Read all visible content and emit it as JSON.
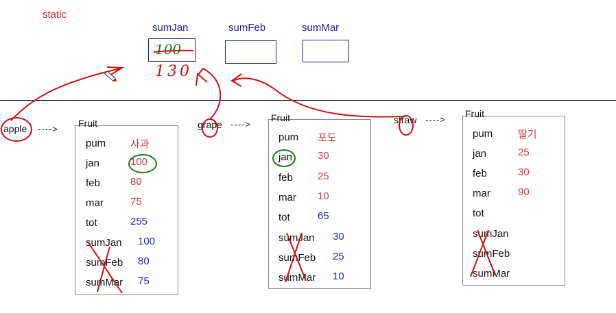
{
  "colors": {
    "static_red": "#d62828",
    "header_blue": "#1c1c9c",
    "value_red": "#d23a3a",
    "value_blue": "#1c2ab8",
    "annotation_red": "#cc1111",
    "annotation_green": "#1e7a1e"
  },
  "static_label": "static",
  "static_vars": [
    {
      "name": "sumJan",
      "value": "100",
      "value_crossed": true,
      "handwritten_below": "130"
    },
    {
      "name": "sumFeb",
      "value": ""
    },
    {
      "name": "sumMar",
      "value": ""
    }
  ],
  "instances": [
    {
      "var_name": "apple",
      "arrow": "---->",
      "class_name": "Fruit",
      "fields": [
        {
          "label": "pum",
          "value": "사과",
          "color": "red"
        },
        {
          "label": "jan",
          "value": "100",
          "color": "red",
          "circled": true
        },
        {
          "label": "feb",
          "value": "80",
          "color": "red"
        },
        {
          "label": "mar",
          "value": "75",
          "color": "red"
        },
        {
          "label": "tot",
          "value": "255",
          "color": "blue"
        },
        {
          "label": "sumJan",
          "value": "100",
          "color": "blue"
        },
        {
          "label": "sumFeb",
          "value": "80",
          "color": "blue"
        },
        {
          "label": "sumMar",
          "value": "75",
          "color": "blue"
        }
      ]
    },
    {
      "var_name": "grape",
      "arrow": "---->",
      "class_name": "Fruit",
      "fields": [
        {
          "label": "pum",
          "value": "포도",
          "color": "red"
        },
        {
          "label": "jan",
          "value": "30",
          "color": "red",
          "label_circled": true
        },
        {
          "label": "feb",
          "value": "25",
          "color": "red"
        },
        {
          "label": "mar",
          "value": "10",
          "color": "red"
        },
        {
          "label": "tot",
          "value": "65",
          "color": "blue"
        },
        {
          "label": "sumJan",
          "value": "30",
          "color": "blue"
        },
        {
          "label": "sumFeb",
          "value": "25",
          "color": "blue"
        },
        {
          "label": "sumMar",
          "value": "10",
          "color": "blue"
        }
      ]
    },
    {
      "var_name": "straw",
      "arrow": "---->",
      "class_name": "Fruit",
      "fields": [
        {
          "label": "pum",
          "value": "딸기",
          "color": "red"
        },
        {
          "label": "jan",
          "value": "25",
          "color": "red"
        },
        {
          "label": "feb",
          "value": "30",
          "color": "red"
        },
        {
          "label": "mar",
          "value": "90",
          "color": "red"
        },
        {
          "label": "tot",
          "value": "",
          "color": "blue"
        },
        {
          "label": "sumJan",
          "value": "",
          "color": "blue"
        },
        {
          "label": "sumFeb",
          "value": "",
          "color": "blue"
        },
        {
          "label": "sumMar",
          "value": "",
          "color": "blue"
        }
      ]
    }
  ]
}
